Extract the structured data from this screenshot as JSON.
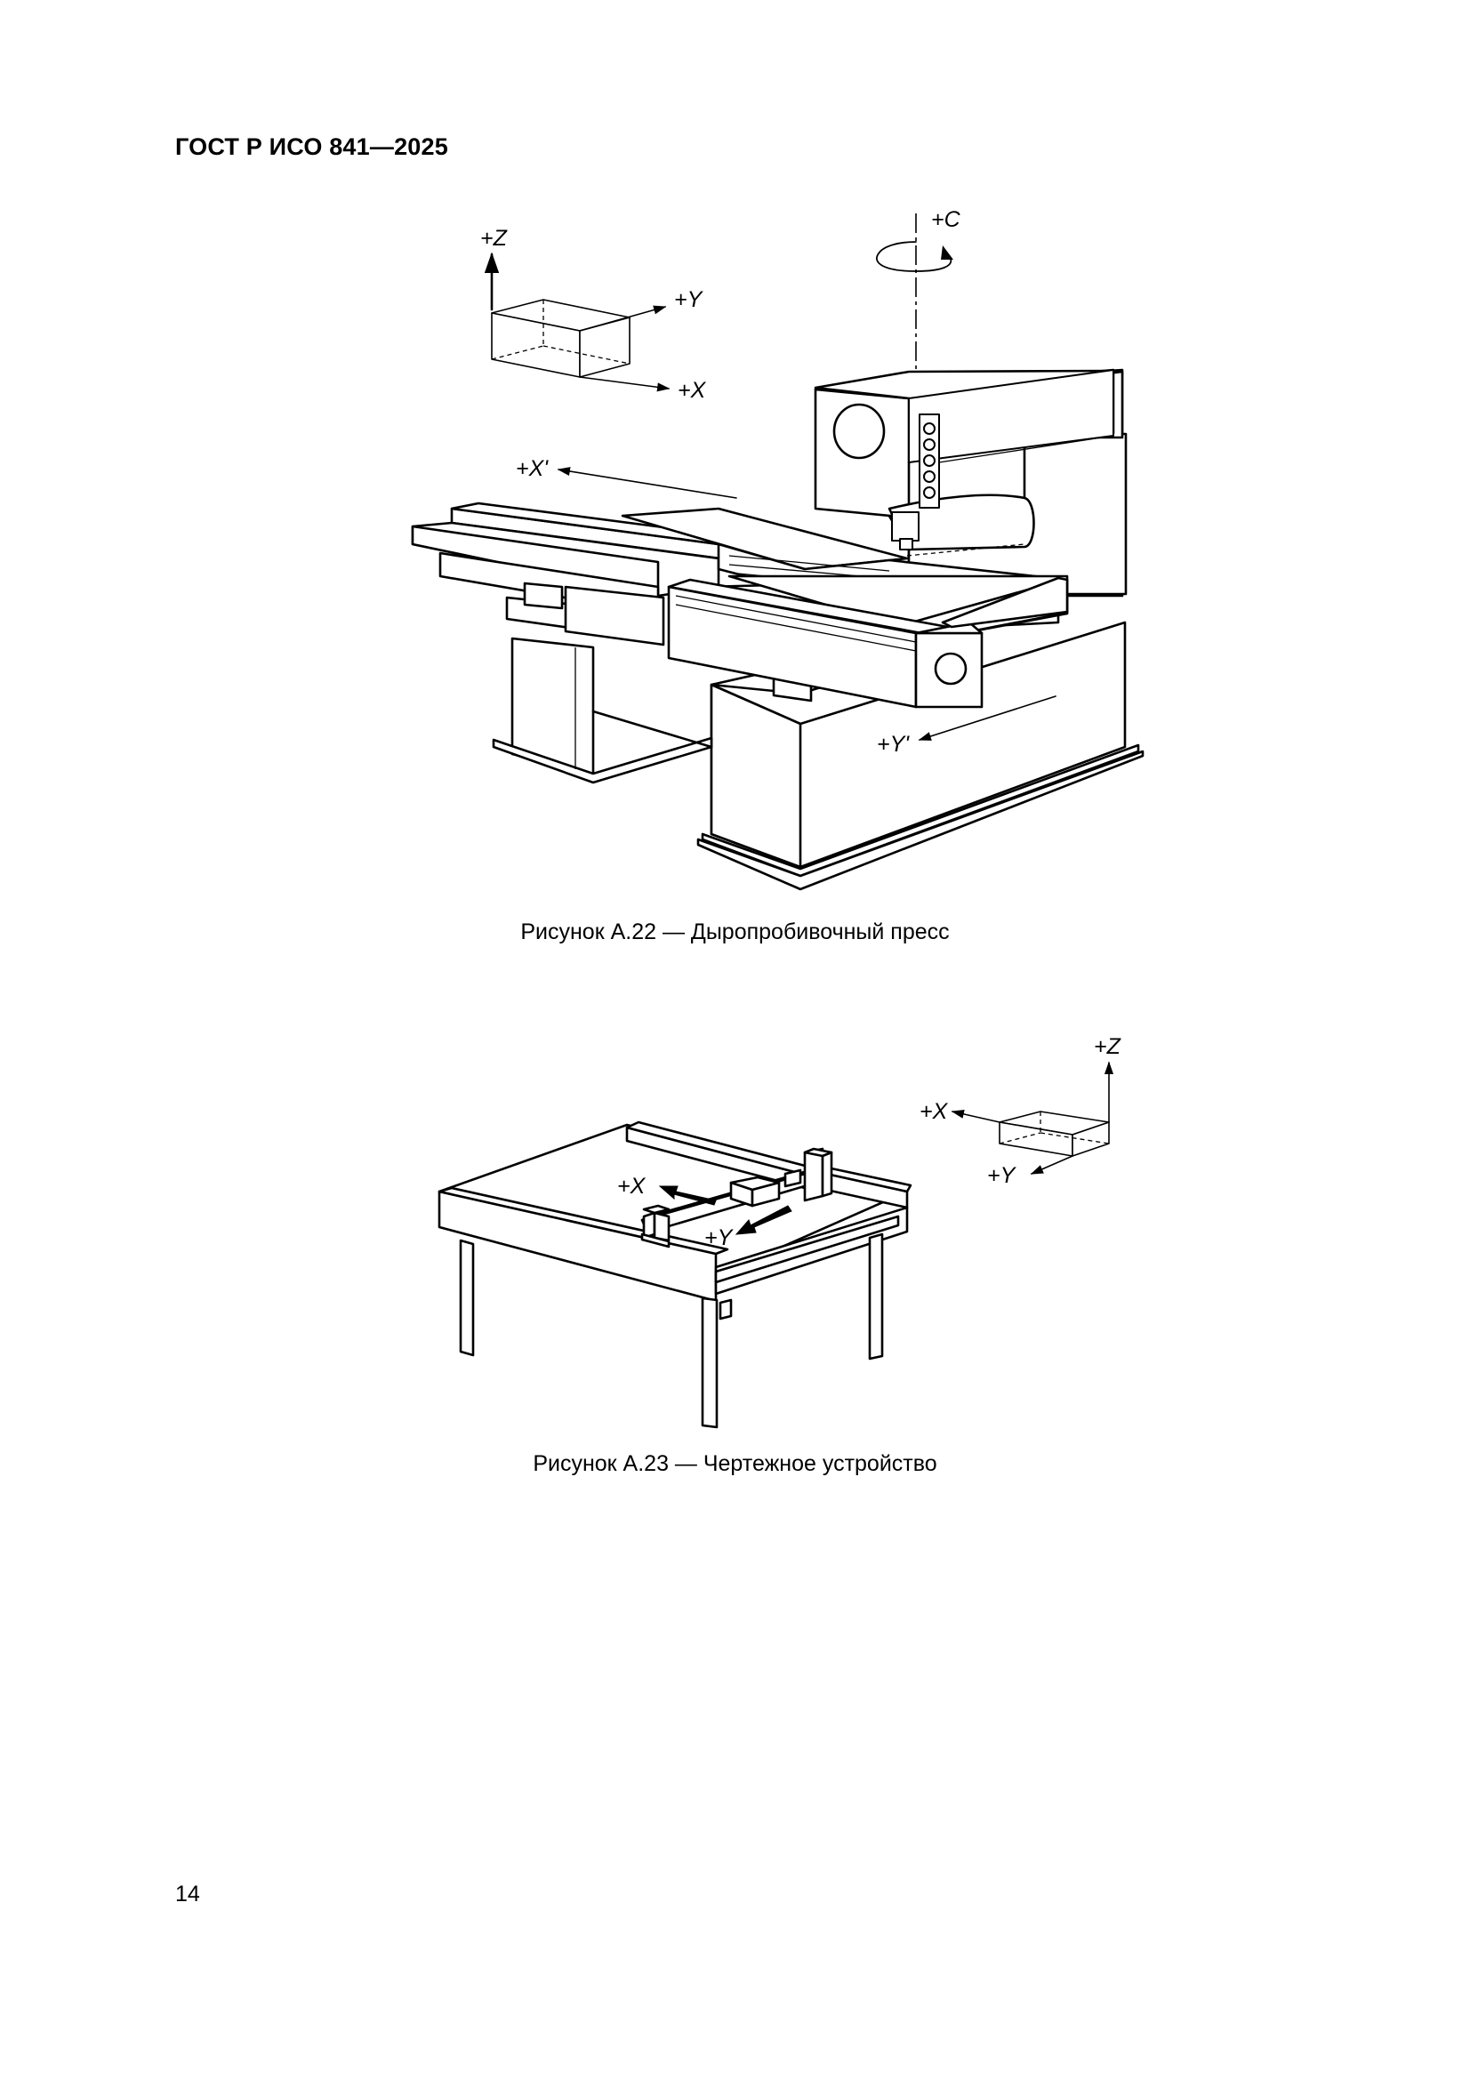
{
  "header": {
    "doc_id": "ГОСТ Р ИСО 841—2025"
  },
  "figure_22": {
    "caption": "Рисунок А.22 — Дыропробивочный пресс",
    "labels": {
      "z": "+Z",
      "y": "+Y",
      "x": "+X",
      "c": "+C",
      "x_prime": "+X'",
      "y_prime": "+Y'"
    }
  },
  "figure_23": {
    "caption": "Рисунок А.23 — Чертежное устройство",
    "labels": {
      "z": "+Z",
      "x": "+X",
      "y": "+Y",
      "x_table": "+X",
      "y_table": "+Y"
    }
  },
  "footer": {
    "page_number": "14"
  }
}
